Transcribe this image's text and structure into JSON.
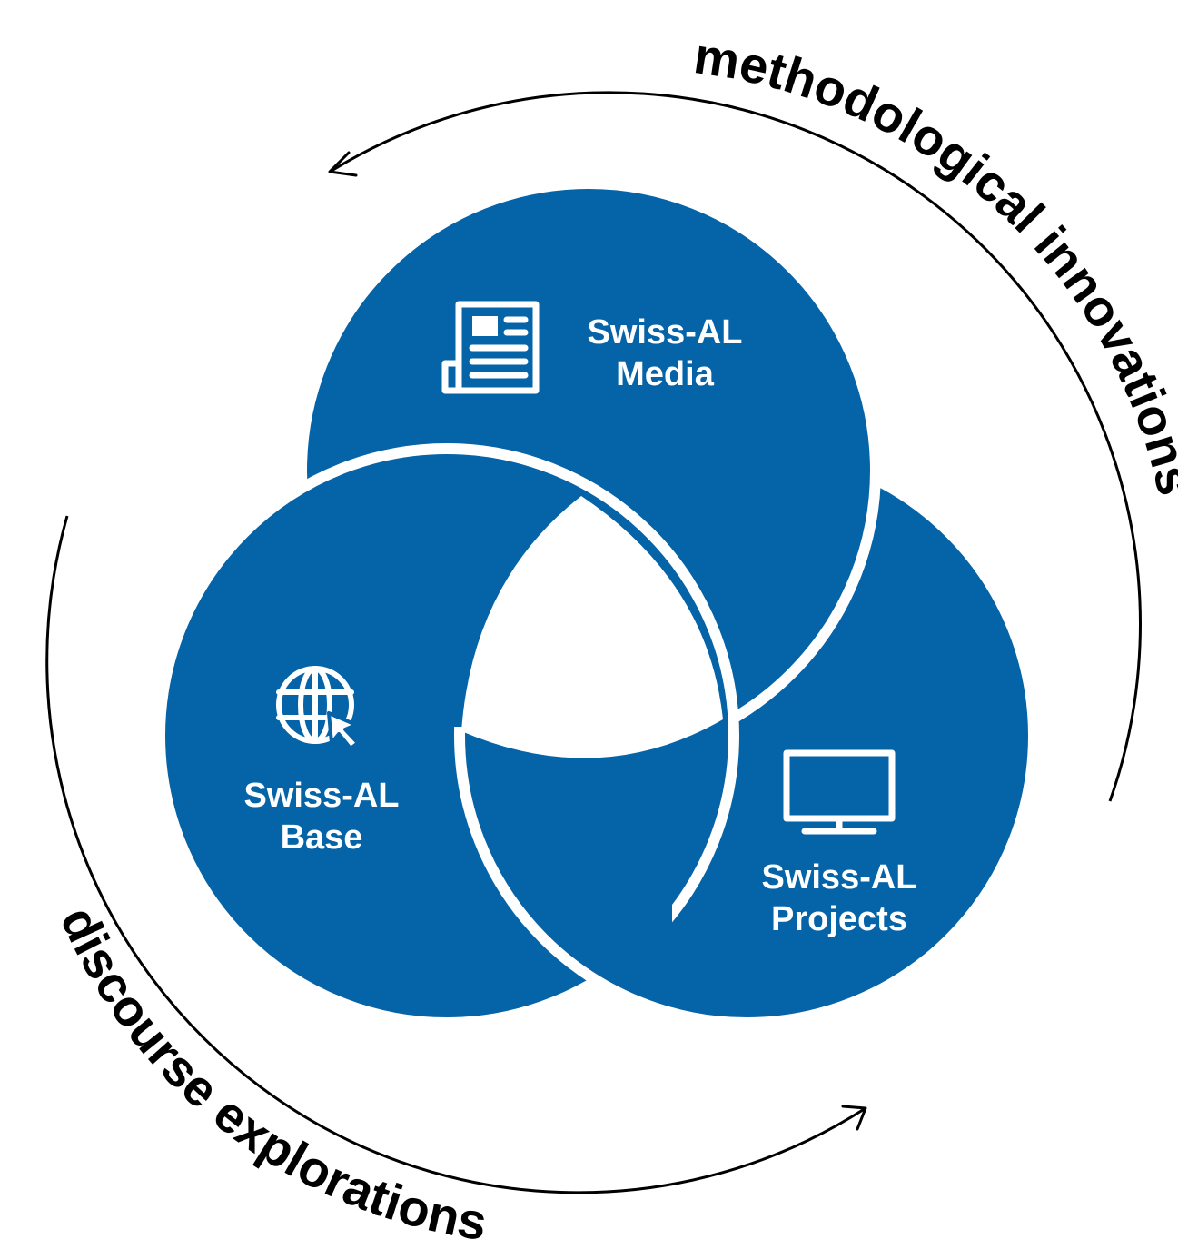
{
  "colors": {
    "circle_fill": "#0563a8",
    "background": "#ffffff",
    "foreground": "#000000"
  },
  "arc_labels": {
    "top_right": "methodological innovations",
    "bottom_left": "discourse explorations"
  },
  "circles": {
    "media": {
      "line1": "Swiss-AL",
      "line2": "Media",
      "icon": "newspaper-icon"
    },
    "base": {
      "line1": "Swiss-AL",
      "line2": "Base",
      "icon": "globe-cursor-icon"
    },
    "projects": {
      "line1": "Swiss-AL",
      "line2": "Projects",
      "icon": "monitor-icon"
    }
  }
}
